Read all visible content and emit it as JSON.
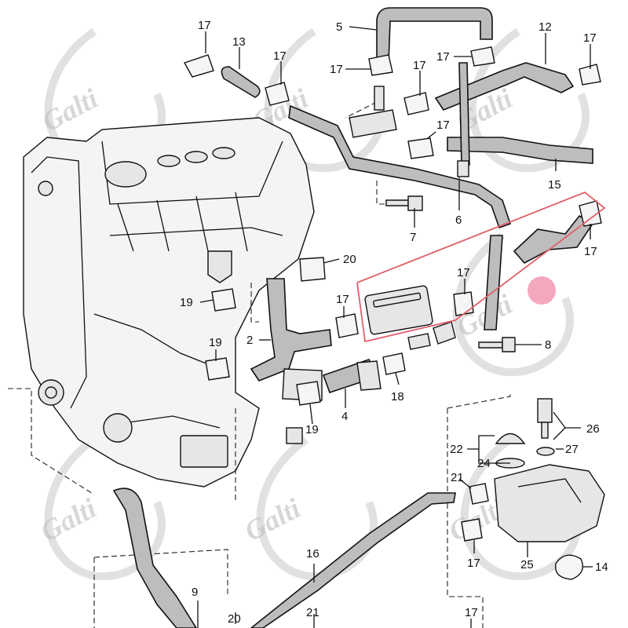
{
  "watermark": {
    "text": "Galti"
  },
  "callouts": {
    "c2": "2",
    "c4": "4",
    "c5": "5",
    "c6": "6",
    "c7": "7",
    "c8": "8",
    "c9": "9",
    "c12": "12",
    "c13": "13",
    "c14": "14",
    "c15": "15",
    "c16": "16",
    "c17a": "17",
    "c17b": "17",
    "c17c": "17",
    "c17d": "17",
    "c17e": "17",
    "c17f": "17",
    "c17g": "17",
    "c17h": "17",
    "c17i": "17",
    "c17j": "17",
    "c17k": "17",
    "c17l": "17",
    "c18": "18",
    "c19a": "19",
    "c19b": "19",
    "c19c": "19",
    "c20a": "20",
    "c20b": "20",
    "c21a": "21",
    "c21b": "21",
    "c22": "22",
    "c24": "24",
    "c25": "25",
    "c26": "26",
    "c27": "27"
  },
  "colors": {
    "highlight_outline": "#e0606a",
    "highlight_marker": "#f28aa8"
  }
}
